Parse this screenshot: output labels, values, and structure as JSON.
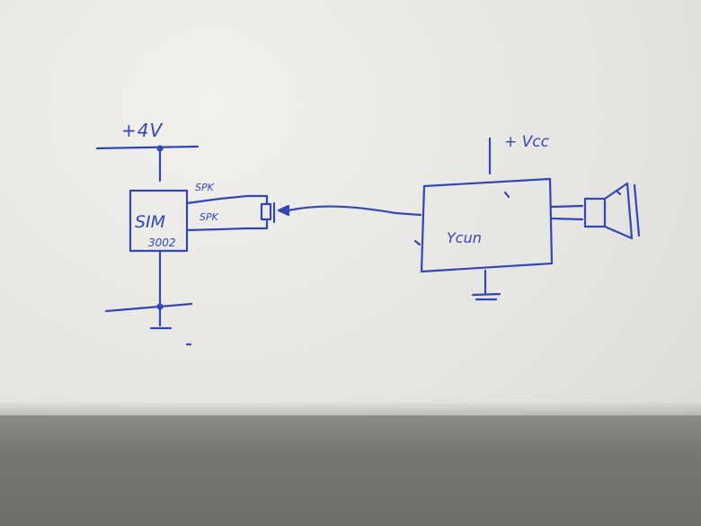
{
  "diagram": {
    "supply_left": "+4V",
    "chip_line1": "SIM",
    "chip_line2": "3002",
    "spk_top": "SPK",
    "spk_bottom": "SPK",
    "supply_right": "+ Vcc",
    "amp_label": "Ycun"
  },
  "colors": {
    "ink": "#3346b8",
    "paper": "#e6e5e1",
    "shadow": "#797874"
  }
}
